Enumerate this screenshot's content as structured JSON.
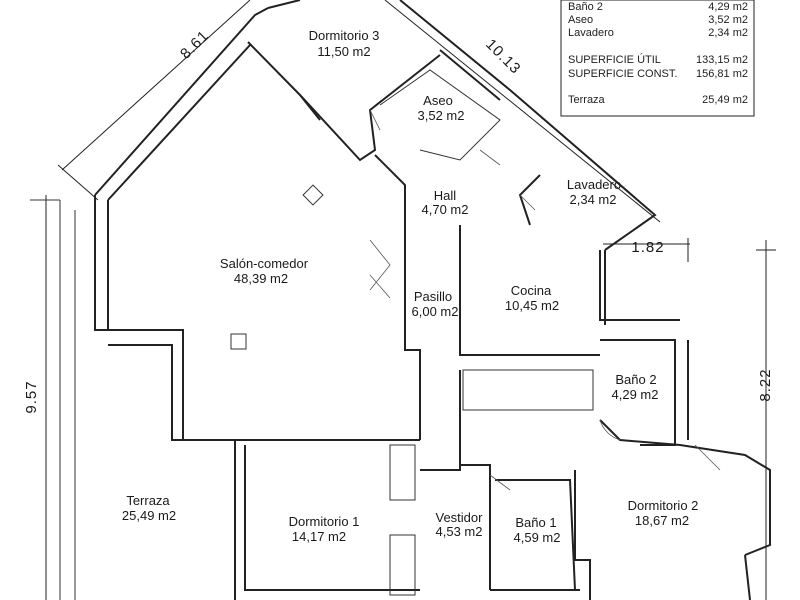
{
  "legend": {
    "rows": [
      {
        "name": "Baño 2",
        "area": "4,29 m2"
      },
      {
        "name": "Aseo",
        "area": "3,52 m2"
      },
      {
        "name": "Lavadero",
        "area": "2,34 m2"
      }
    ],
    "totals": [
      {
        "name": "SUPERFICIE ÚTIL",
        "area": "133,15 m2"
      },
      {
        "name": "SUPERFICIE CONST.",
        "area": "156,81 m2"
      }
    ],
    "extra": {
      "name": "Terraza",
      "area": "25,49 m2"
    }
  },
  "rooms": {
    "dormitorio3": {
      "name": "Dormitorio 3",
      "area": "11,50 m2"
    },
    "aseo": {
      "name": "Aseo",
      "area": "3,52 m2"
    },
    "lavadero": {
      "name": "Lavadero",
      "area": "2,34 m2"
    },
    "hall": {
      "name": "Hall",
      "area": "4,70 m2"
    },
    "salon": {
      "name": "Salón-comedor",
      "area": "48,39 m2"
    },
    "pasillo": {
      "name": "Pasillo",
      "area": "6,00 m2"
    },
    "cocina": {
      "name": "Cocina",
      "area": "10,45 m2"
    },
    "bano2": {
      "name": "Baño 2",
      "area": "4,29 m2"
    },
    "terraza": {
      "name": "Terraza",
      "area": "25,49 m2"
    },
    "dormitorio1": {
      "name": "Dormitorio 1",
      "area": "14,17 m2"
    },
    "vestidor": {
      "name": "Vestidor",
      "area": "4,53 m2"
    },
    "bano1": {
      "name": "Baño 1",
      "area": "4,59 m2"
    },
    "dormitorio2": {
      "name": "Dormitorio 2",
      "area": "18,67 m2"
    }
  },
  "dimensions": {
    "top_left": "8.61",
    "top_right": "10.13",
    "lavadero_width": "1.82",
    "left_height": "9.57",
    "right_height": "8.22"
  }
}
